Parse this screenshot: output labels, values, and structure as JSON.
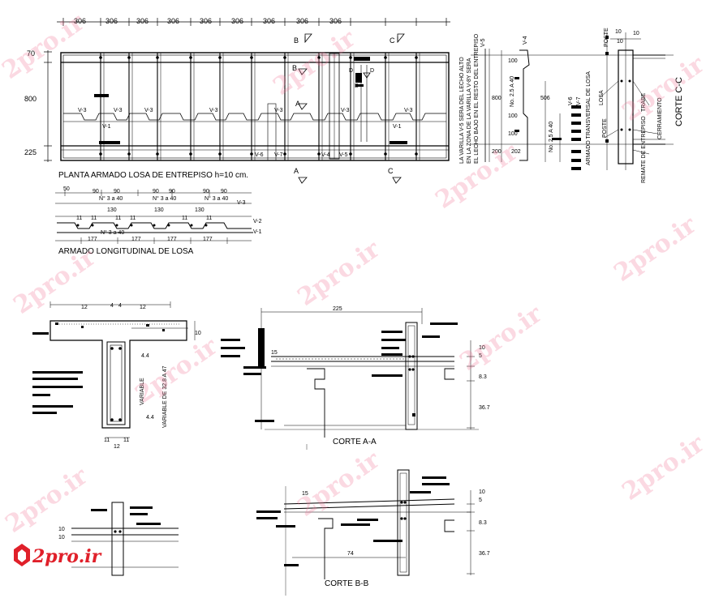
{
  "drawing": {
    "plan_title": "PLANTA ARMADO LOSA DE ENTREPISO h=10 cm.",
    "long_title": "ARMADO LONGITUDINAL DE LOSA",
    "corte_aa": "CORTE A-A",
    "corte_bb": "CORTE B-B",
    "corte_cc": "CORTE C-C",
    "transversal": "ARMADO TRANSVERSAL DE LOSA",
    "note_lines": [
      "LA VARILLA V-5 SERA DEL LECHO ALTO",
      "EN LA ZONA DE LA VARILLA V-8Y SERA",
      "EL LECHO BAJO EN EL RESTO DEL ENTREPISO"
    ],
    "span_dims": [
      "306",
      "306",
      "306",
      "306",
      "306",
      "306",
      "306",
      "306",
      "306"
    ],
    "plan_height_dims": [
      "70",
      "800",
      "225"
    ],
    "bar_labels": [
      "V-3",
      "V-3",
      "V-3",
      "V-3",
      "V-3",
      "V-3",
      "V-3",
      "V-1",
      "V-1",
      "V-6",
      "V-7",
      "V-4",
      "V-5"
    ],
    "section_markers": [
      "A",
      "A",
      "B",
      "B",
      "C",
      "C",
      "D",
      "D",
      "B"
    ],
    "long_dims_top": [
      "50",
      "90",
      "90",
      "N° 3 a 40",
      "90",
      "90",
      "N° 3 a 40",
      "90",
      "90",
      "N° 3 a 40"
    ],
    "long_dims_mid": [
      "130",
      "130",
      "130",
      "11",
      "11",
      "11",
      "11",
      "11",
      "11"
    ],
    "long_dims_bottom": [
      "177",
      "177",
      "177",
      "177",
      "N° 3 a 40"
    ],
    "long_bar_labels": [
      "V-3",
      "V-2",
      "V-1"
    ],
    "c_labels": [
      "V-5",
      "V-4",
      "V-6",
      "V-7",
      "No. 2.5 A 40",
      "No. 2.5 A 40",
      "506",
      "800",
      "100",
      "100",
      "100",
      "200",
      "202",
      "10",
      "10"
    ],
    "cc_labels": [
      "POSTE",
      "LOSA",
      "TRABE",
      "POSTE",
      "CERRAMIENTO",
      "REMATE DE ENTREPISO",
      "10"
    ],
    "detail_dims": [
      "12",
      "4",
      "4",
      "12",
      "10",
      "4.4",
      "VARIABLE",
      "VARIABLE DE 32.8 A 47",
      "4.4",
      "11",
      "11",
      "12"
    ],
    "aa_dims": [
      "225",
      "15",
      "10",
      "5",
      "8.3",
      "36.7"
    ],
    "bb_dims": [
      "15",
      "10",
      "5",
      "8.3",
      "36.7",
      "74"
    ],
    "small_detail_dims": [
      "10",
      "10"
    ],
    "watermarks": [
      "2pro.ir",
      "2pro.ir",
      "2pro.ir",
      "2pro.ir",
      "2pro.ir",
      "2pro.ir",
      "2pro.ir",
      "2pro.ir",
      "2pro.ir",
      "2pro.ir",
      "2pro.ir",
      "2pro.ir"
    ],
    "logo_text": "2pro.ir"
  }
}
